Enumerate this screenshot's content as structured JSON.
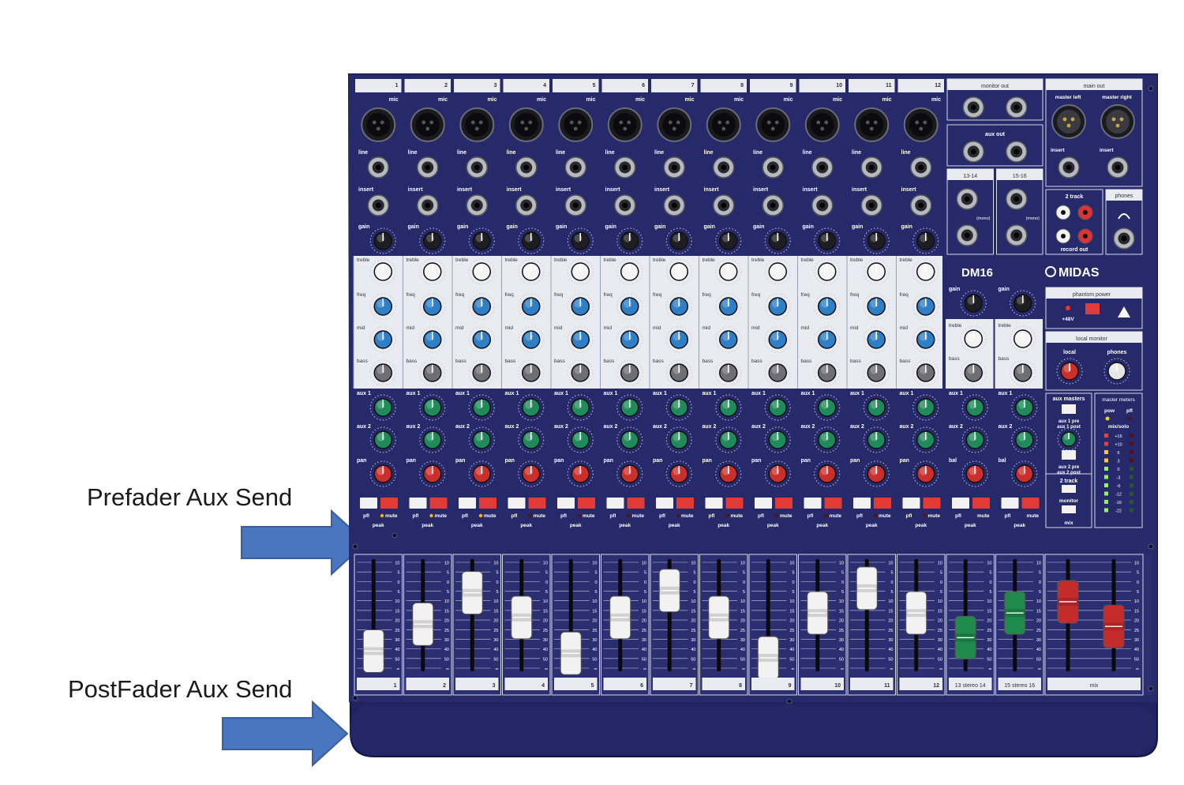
{
  "annotations": {
    "prefader_label": "Prefader Aux Send",
    "postfader_label": "PostFader Aux Send",
    "arrow_color": "#4a76c0"
  },
  "mixer": {
    "brand": "MIDAS",
    "model": "DM16",
    "body_color": "#262a6b",
    "channels": {
      "numbers": [
        "1",
        "2",
        "3",
        "4",
        "5",
        "6",
        "7",
        "8",
        "9",
        "10",
        "11",
        "12"
      ],
      "row_labels": {
        "mic": "mic",
        "line": "line",
        "insert": "insert",
        "gain": "gain",
        "treble": "treble",
        "freq": "freq",
        "mid": "mid",
        "bass": "bass",
        "aux1": "aux 1",
        "aux2": "aux 2",
        "pan": "pan",
        "pfl": "pfl",
        "mute": "mute",
        "peak": "peak"
      },
      "fader_levels": [
        0.18,
        0.42,
        0.7,
        0.48,
        0.16,
        0.48,
        0.72,
        0.48,
        0.12,
        0.52,
        0.74,
        0.52
      ]
    },
    "stereo_channels": {
      "top_labels": [
        "13-14",
        "15-16"
      ],
      "strip_labels": [
        "13 stereo 14",
        "15 stereo 16"
      ],
      "gain_label": "gain",
      "treble_label": "treble",
      "aux1_label": "aux 1",
      "aux2_label": "aux 2",
      "bal_label": "bal",
      "mono_label": "(mono)",
      "fader_levels": [
        0.3,
        0.52
      ]
    },
    "outputs": {
      "monitor_out": "monitor out",
      "aux_out": "aux out",
      "main_out": "main out",
      "master_left": "master left",
      "master_right": "master right",
      "insert": "insert",
      "two_track": "2 track",
      "record_out": "record out",
      "phones": "phones"
    },
    "master_section": {
      "phantom_power": "phantom power",
      "plus48v": "+48V",
      "local_monitor": "local monitor",
      "local": "local",
      "phones": "phones",
      "aux_masters": "aux masters",
      "aux1_pre": "aux 1 pre",
      "aux1_post": "aux 1 post",
      "aux2_pre": "aux 2 pre",
      "aux2_post": "aux 2 post",
      "two_track": "2 track",
      "monitor": "monitor",
      "mix": "mix",
      "master_meters": "master meters",
      "pow": "pow",
      "pfl": "pfl",
      "mix_solo": "mix/solo",
      "meter_scale": [
        "+16",
        "+10",
        "6",
        "3",
        "0",
        "-3",
        "-6",
        "-12",
        "-16",
        "-22"
      ],
      "mix_label": "mix",
      "mix_fader_levels": [
        0.62,
        0.4
      ]
    },
    "fader_scale": [
      "10",
      "5",
      "0",
      "5",
      "10",
      "15",
      "20",
      "25",
      "30",
      "40",
      "50",
      "∞"
    ],
    "colors": {
      "panel_white": "#e9ebf0",
      "knob_black": "#1d1d22",
      "eq_blue": "#2f7fc6",
      "aux_green": "#1f8a5a",
      "pan_red": "#c9302c",
      "mute_red": "#e23b35",
      "fader_white": "#f2f2f2",
      "fader_green": "#1f8a4c",
      "fader_red": "#c52b2b"
    }
  }
}
